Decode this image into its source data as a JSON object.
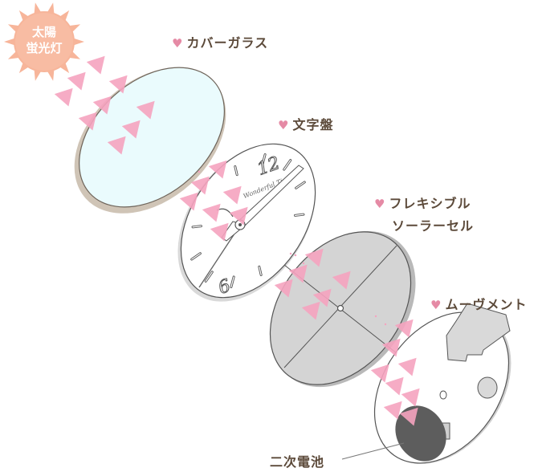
{
  "sun": {
    "line1": "太陽",
    "line2": "蛍光灯"
  },
  "labels": {
    "cover_glass": "カバーガラス",
    "dial": "文字盤",
    "solar_cell_line1": "フレキシブル",
    "solar_cell_line2": "ソーラーセル",
    "movement": "ムーヴメント",
    "battery": "二次電池"
  },
  "dial": {
    "numeral_12": "12",
    "numeral_6": "6",
    "brand": "Wonderful Time"
  },
  "colors": {
    "heart": "#e58aa5",
    "arrow": "#f5a3bf",
    "sun": "#f7b59a",
    "glass": "#eafbfd",
    "panel": "#d4d4d4",
    "battery": "#5d5d5d",
    "label_text": "#5c4a3a"
  }
}
